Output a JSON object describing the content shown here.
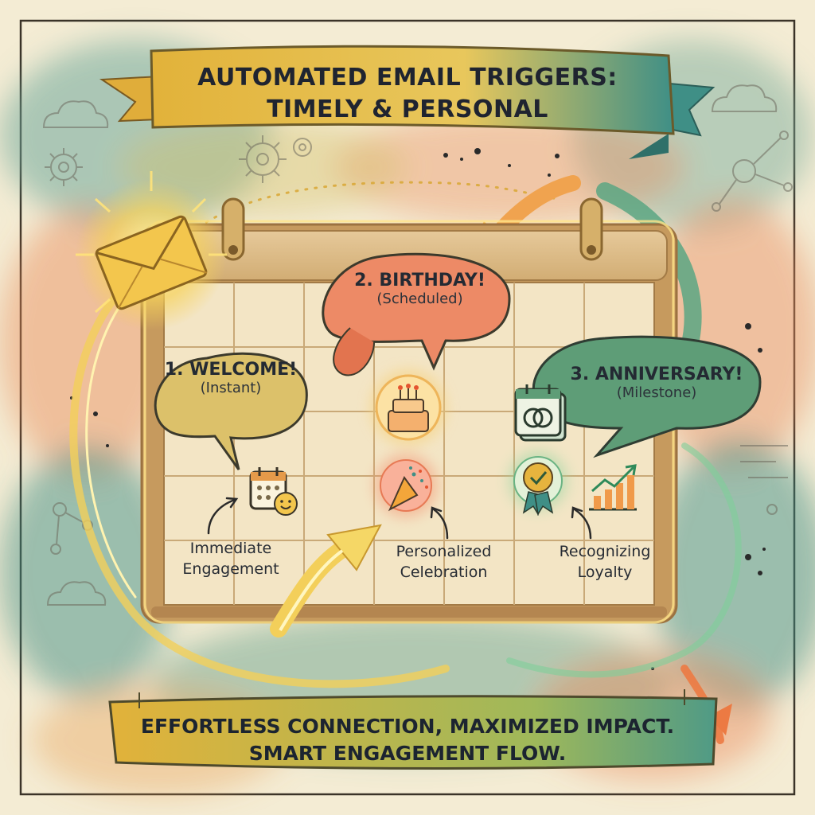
{
  "title": {
    "line1": "AUTOMATED EMAIL TRIGGERS:",
    "line2": "TIMELY & PERSONAL"
  },
  "triggers": [
    {
      "label": "1. WELCOME!",
      "sub": "(Instant)",
      "icon": "calendar-smiley-icon",
      "caption_line1": "Immediate",
      "caption_line2": "Engagement",
      "color": "#d9a93a"
    },
    {
      "label": "2. BIRTHDAY!",
      "sub": "(Scheduled)",
      "icon": "birthday-cake-icon",
      "icon2": "party-popper-icon",
      "caption_line1": "Personalized",
      "caption_line2": "Celebration",
      "color": "#ec7f5c"
    },
    {
      "label": "3. ANNIVERSARY!",
      "sub": "(Milestone)",
      "icon": "rings-calendar-icon",
      "icon2": "award-badge-icon",
      "icon3": "growth-chart-icon",
      "caption_line1": "Recognizing",
      "caption_line2": "Loyalty",
      "color": "#5e9d77"
    }
  ],
  "footer": {
    "line1": "EFFORTLESS CONNECTION, MAXIMIZED IMPACT.",
    "line2": "SMART ENGAGEMENT FLOW."
  },
  "icons": [
    "envelope-icon",
    "gear-icon",
    "cloud-icon",
    "network-icon"
  ],
  "colors": {
    "paper": "#f4ecd4",
    "teal": "#3f8f86",
    "orange": "#ec8a5d",
    "gold": "#e9b93c",
    "ink": "#1f2430"
  }
}
